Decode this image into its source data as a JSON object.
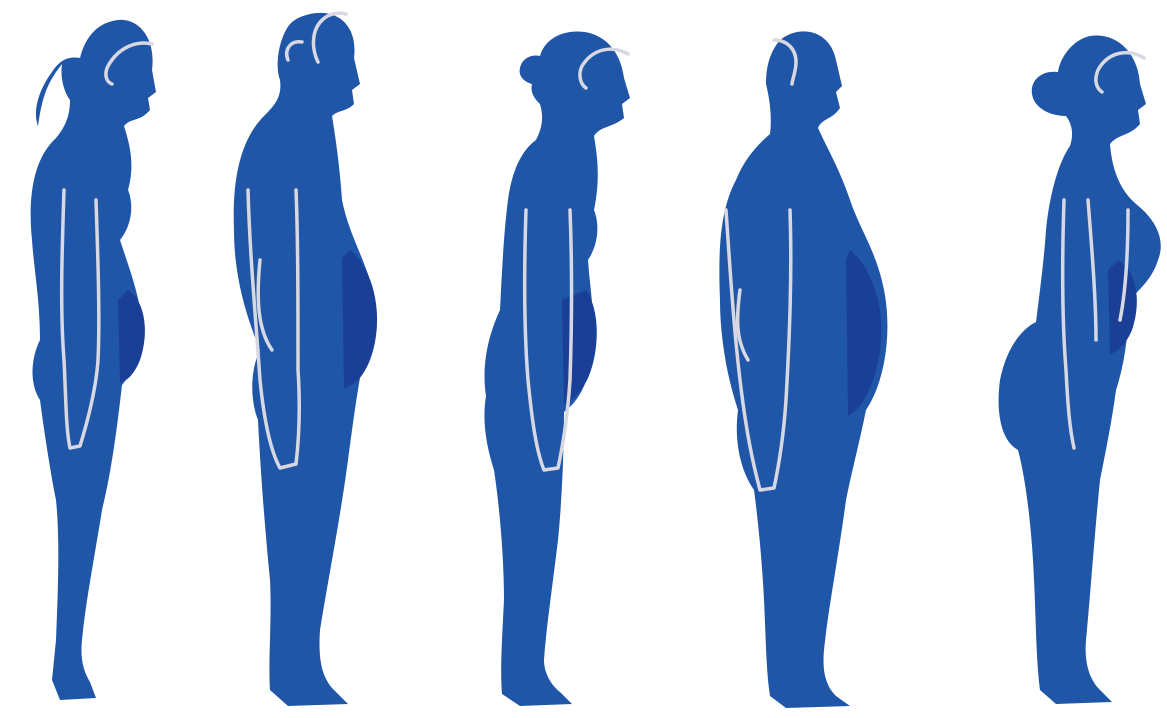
{
  "colors": {
    "body_fill": "#1f56a8",
    "belly_shade": "#1a3f96",
    "outline_line": "#d8d8e2",
    "background": "#ffffff"
  },
  "figures": [
    {
      "name": "figure-1",
      "icon": "female-silhouette-ponytail-icon"
    },
    {
      "name": "figure-2",
      "icon": "male-silhouette-icon"
    },
    {
      "name": "figure-3",
      "icon": "female-silhouette-bun-icon"
    },
    {
      "name": "figure-4",
      "icon": "male-silhouette-large-icon"
    },
    {
      "name": "figure-5",
      "icon": "female-silhouette-curvy-icon"
    }
  ]
}
